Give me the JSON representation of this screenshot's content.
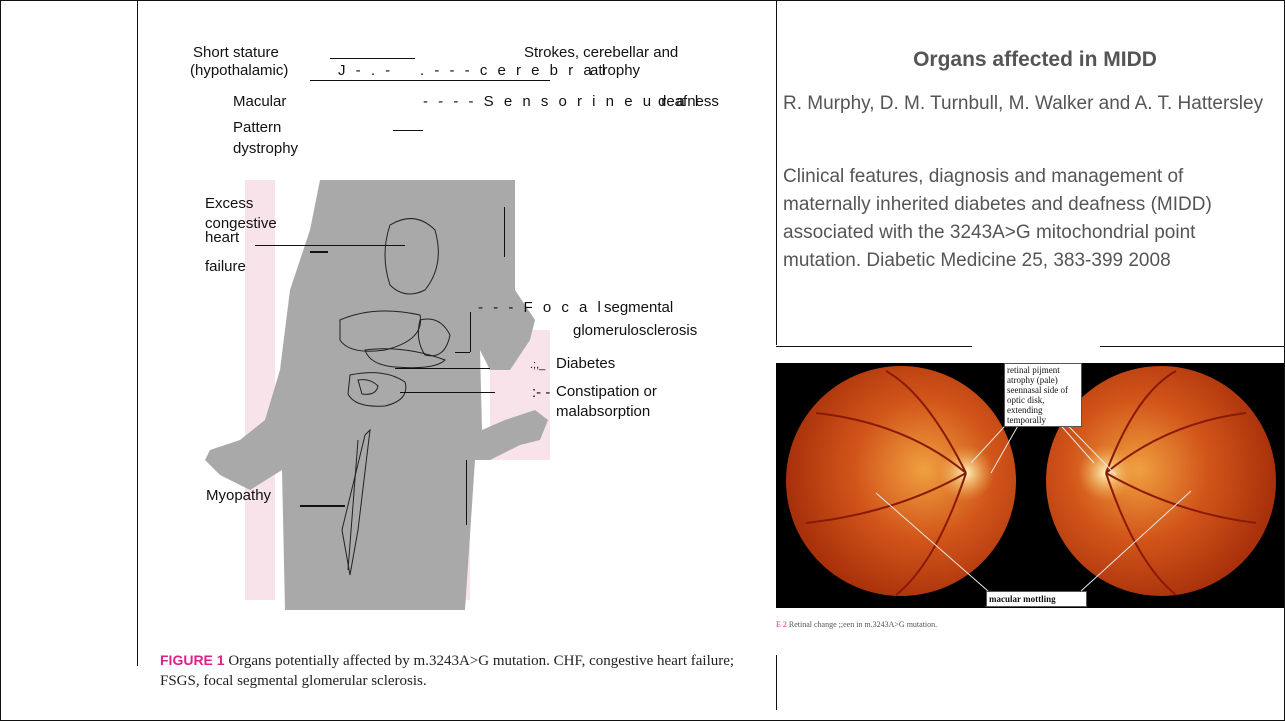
{
  "figure1": {
    "labels": {
      "short_stature_1": "Short stature",
      "short_stature_2": "(hypothalamic)",
      "strokes_1": "Strokes, cerebellar and",
      "strokes_2_prefix": "J - . -",
      "strokes_2_spaced": ". - - - c e r e b r a l",
      "strokes_2_tail": "atrophy",
      "macular": "Macular",
      "sensorineural_prefix": "- - - - S e n s o r i n e u r a l",
      "sensorineural_tail": "deafness",
      "pattern": "Pattern",
      "dystrophy": "dystrophy",
      "excess": "Excess",
      "congestive": "congestive",
      "heart": "heart",
      "failure": "failure",
      "focal_prefix": "- - - F o c a l",
      "focal_tail": "segmental",
      "glomerulosclerosis": "glomerulosclerosis",
      "diabetes_prefix": ".;,_",
      "diabetes": "Diabetes",
      "constipation_prefix": ":- -",
      "constipation": "Constipation or",
      "malabsorption": "malabsorption",
      "myopathy": "Myopathy"
    },
    "caption_label": "FIGURE 1",
    "caption_text": "Organs potentially affected by m.3243A>G mutation. CHF, congestive heart failure; FSGS, focal segmental glomerular sclerosis."
  },
  "right": {
    "title": "Organs affected in MIDD",
    "authors": "R. Murphy, D. M. Turnbull, M. Walker and A. T. Hattersley",
    "citation": "Clinical features, diagnosis and management of maternally inherited diabetes and deafness (MIDD) associated with the 3243A>G mitochondrial point mutation. Diabetic Medicine 25, 383-399 2008"
  },
  "fundus": {
    "annotation_top": "retinal pijment atrophy (pale) seennasal side of optic disk, extending temporally",
    "annotation_bottom": "macular mottling",
    "caption_num": "E 2",
    "caption_text": "Retinal change ;;een in m.3243A>G mutation."
  },
  "colors": {
    "body_fill": "#a9a9a9",
    "pink_bg": "#f9e3ea",
    "fundus": "#d2561a",
    "caption_accent": "#e0208a"
  }
}
